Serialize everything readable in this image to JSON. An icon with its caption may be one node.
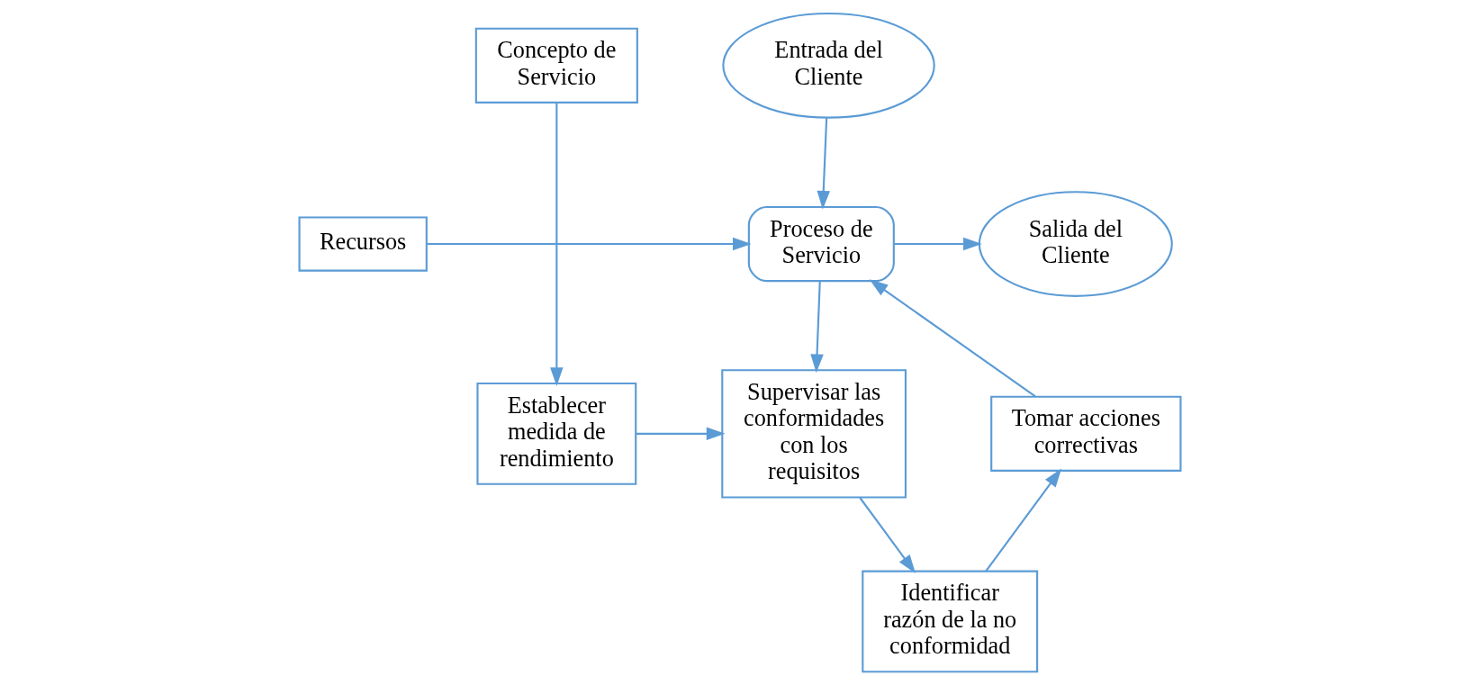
{
  "diagram": {
    "nodes": [
      {
        "text": [
          "Entrada del Cliente"
        ]
      },
      {
        "text": [
          "Concepto de Servicio"
        ]
      },
      {
        "text": [
          "Recursos"
        ]
      },
      {
        "text": [
          "Proceso de Servicio"
        ]
      },
      {
        "text": [
          "Salida del Cliente"
        ]
      },
      {
        "text": [
          "Tomar acciones correctivas"
        ]
      },
      {
        "text": [
          "Supervisar las conformidades con los requisitos"
        ]
      },
      {
        "text": [
          "Establecer medida de rendimiento"
        ]
      },
      {
        "text": [
          "Identificar razón de la no conformidad"
        ]
      }
    ],
    "edges": [
      {
        "from": 0,
        "to": 3,
        "arrow": "to"
      },
      {
        "from": 2,
        "to": 3,
        "arrow": "to"
      },
      {
        "from": 5,
        "to": 3,
        "arrow": "to"
      },
      {
        "from": 3,
        "to": 4,
        "arrow": "to"
      },
      {
        "from": 3,
        "to": 6,
        "arrow": "to"
      },
      {
        "from": 1,
        "to": 7,
        "arrow": "to"
      },
      {
        "from": 7,
        "to": 6,
        "arrow": "to"
      },
      {
        "from": 6,
        "to": 8,
        "arrow": "to"
      },
      {
        "from": 8,
        "to": 5,
        "arrow": "to"
      }
    ]
  }
}
